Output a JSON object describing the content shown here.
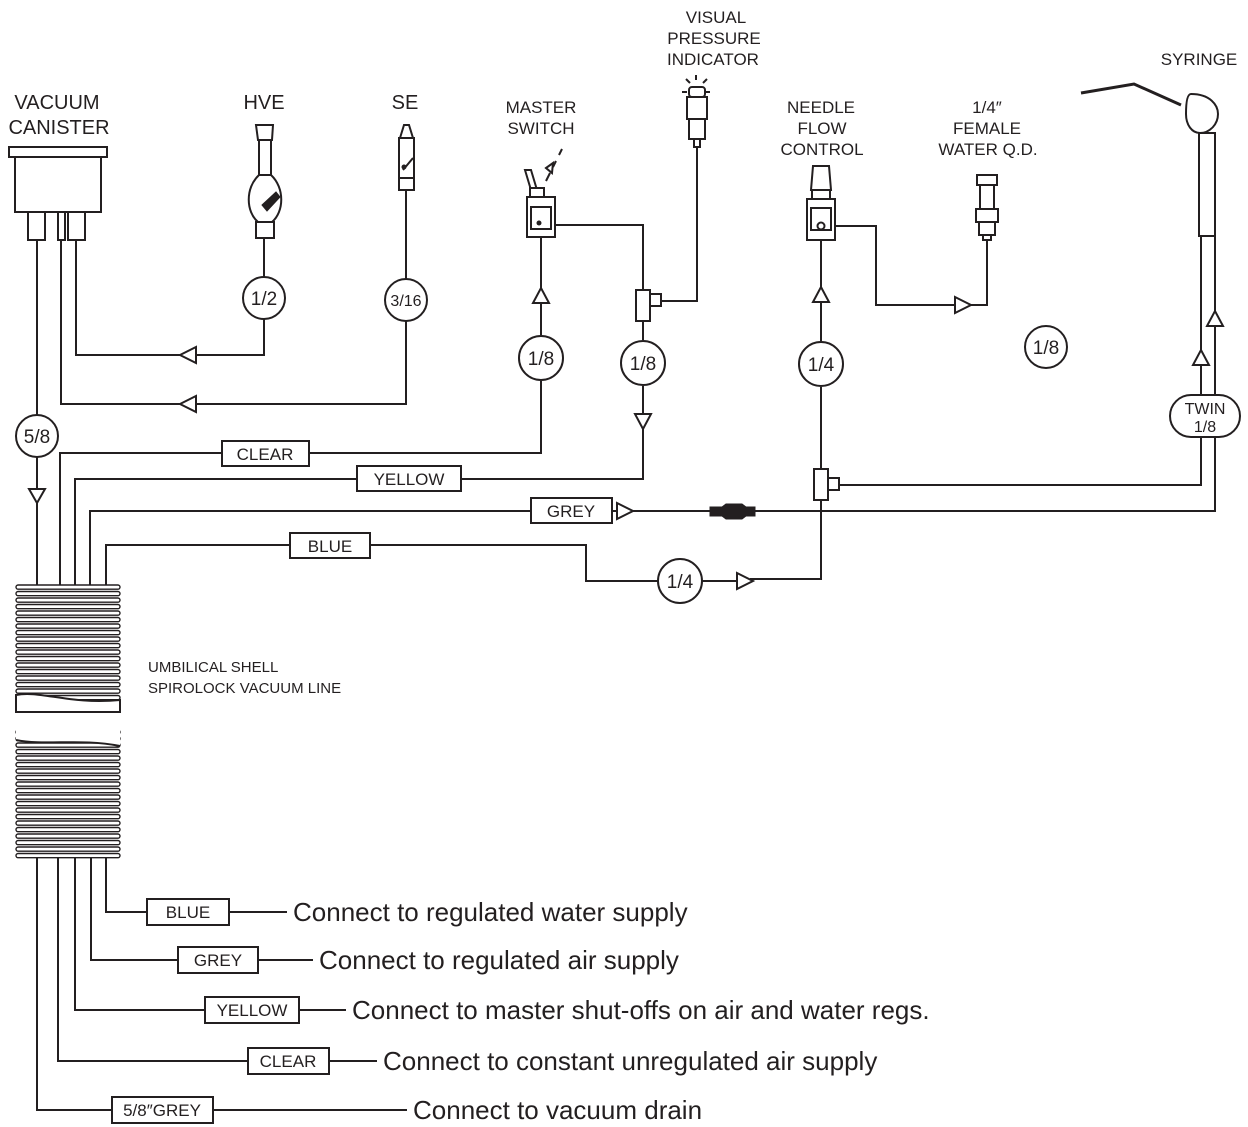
{
  "components": {
    "vacuum_canister": [
      "VACUUM",
      "CANISTER"
    ],
    "hve": "HVE",
    "se": "SE",
    "master_switch": [
      "MASTER",
      "SWITCH"
    ],
    "visual_pressure_indicator": [
      "VISUAL",
      "PRESSURE",
      "INDICATOR"
    ],
    "needle_flow_control": [
      "NEEDLE",
      "FLOW",
      "CONTROL"
    ],
    "female_water_qd": [
      "1/4″",
      "FEMALE",
      "WATER Q.D."
    ],
    "syringe": "SYRINGE"
  },
  "sizes": {
    "hve": "1/2",
    "se": "3/16",
    "canister_drain": "5/8",
    "master_switch": "1/8",
    "pressure_tee": "1/8",
    "needle_flow": "1/4",
    "water_qd": "1/8",
    "syringe_twin": [
      "TWIN",
      "1/8"
    ],
    "water_line": "1/4"
  },
  "line_tags": {
    "clear": "CLEAR",
    "yellow": "YELLOW",
    "grey": "GREY",
    "blue": "BLUE"
  },
  "umbilical": [
    "UMBILICAL SHELL",
    "SPIROLOCK VACUUM LINE"
  ],
  "connections": [
    {
      "tag": "BLUE",
      "text": "Connect to regulated water supply"
    },
    {
      "tag": "GREY",
      "text": "Connect to regulated air supply"
    },
    {
      "tag": "YELLOW",
      "text": "Connect to master shut-offs on air and water regs."
    },
    {
      "tag": "CLEAR",
      "text": "Connect to constant unregulated air supply"
    },
    {
      "tag": "5/8″GREY",
      "text": "Connect to vacuum drain"
    }
  ]
}
